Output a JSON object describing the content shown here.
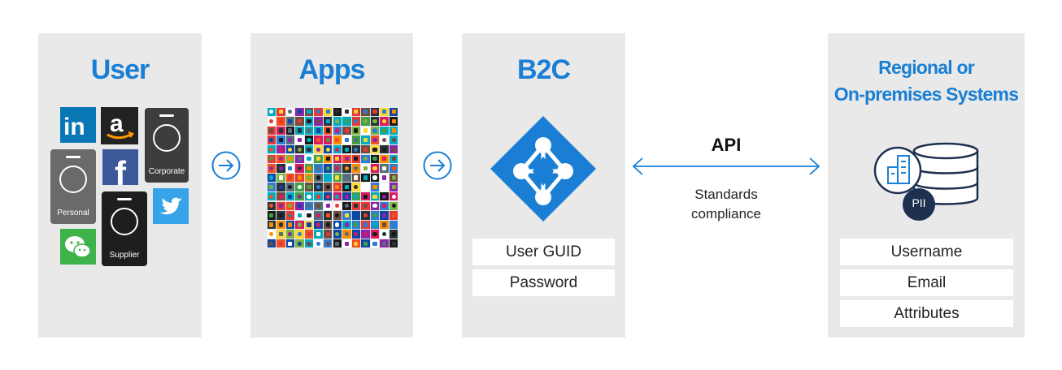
{
  "user_panel": {
    "title": "User",
    "badges": {
      "corporate": "Corporate",
      "personal": "Personal",
      "supplier": "Supplier"
    },
    "icons": [
      "linkedin-icon",
      "amazon-icon",
      "facebook-icon",
      "twitter-icon",
      "wechat-icon"
    ]
  },
  "apps_panel": {
    "title": "Apps"
  },
  "b2c_panel": {
    "title": "B2C",
    "fields": [
      "User GUID",
      "Password"
    ]
  },
  "connection": {
    "label": "API",
    "sublabel_line1": "Standards",
    "sublabel_line2": "compliance"
  },
  "regional_panel": {
    "title_line1": "Regional or",
    "title_line2": "On-premises Systems",
    "pii_label": "PII",
    "fields": [
      "Username",
      "Email",
      "Attributes"
    ]
  },
  "colors": {
    "accent": "#1a7fd4",
    "panel_bg": "#e9e9e9",
    "navy": "#1e3050"
  }
}
